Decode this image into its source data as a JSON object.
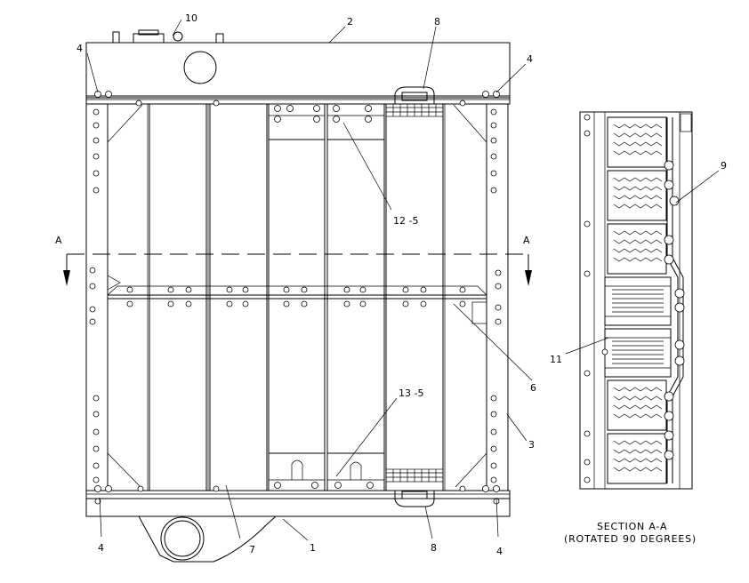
{
  "callouts": {
    "c1": "1",
    "c2": "2",
    "c3": "3",
    "c4_tl": "4",
    "c4_tr": "4",
    "c4_bl": "4",
    "c4_br": "4",
    "c6": "6",
    "c7": "7",
    "c8_top": "8",
    "c8_bottom": "8",
    "c9": "9",
    "c10": "10",
    "c11": "11",
    "c12": "12 -5",
    "c13": "13 -5"
  },
  "section_marks": {
    "left": "A",
    "right": "A"
  },
  "section_caption": {
    "line1": "SECTION A-A",
    "line2": "(ROTATED 90 DEGREES)"
  }
}
